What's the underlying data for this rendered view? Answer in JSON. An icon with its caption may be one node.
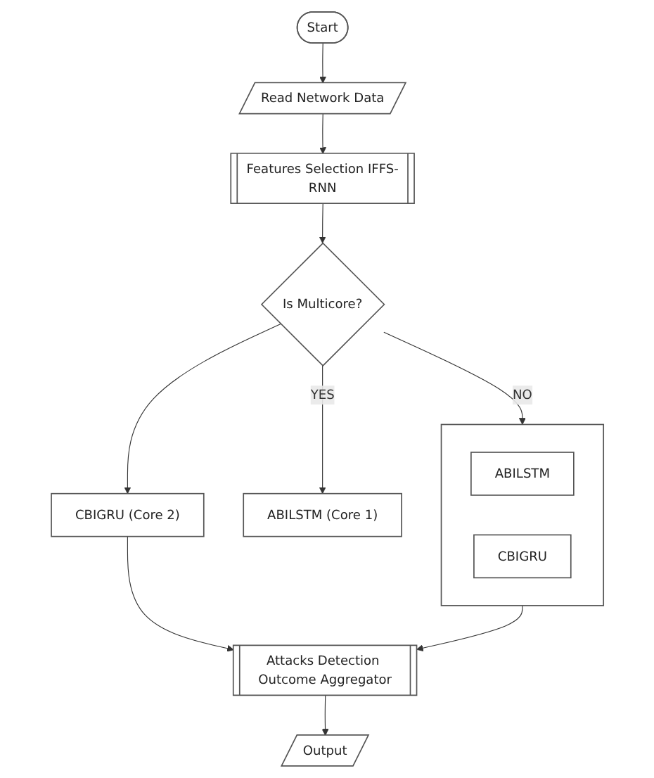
{
  "diagram": {
    "nodes": [
      {
        "text": [
          "Start"
        ]
      },
      {
        "text": [
          "Read Network Data"
        ]
      },
      {
        "text": [
          "Features Selection IFFS-RNN"
        ]
      },
      {
        "text": [
          "Is Multicore?"
        ]
      },
      {
        "text": [
          "ABILSTM (Core 1)"
        ]
      },
      {
        "text": [
          "CBIGRU (Core 2)"
        ]
      },
      {
        "text": [],
        "shape": "box"
      },
      {
        "text": [
          "ABILSTM"
        ],
        "in": 6
      },
      {
        "text": [
          "CBIGRU"
        ],
        "in": 6
      },
      {
        "text": [
          "Attacks Detection Outcome Aggregator"
        ]
      },
      {
        "text": [
          "Output"
        ]
      }
    ],
    "edges": [
      {
        "from": 0,
        "to": 1,
        "arrow": "to"
      },
      {
        "from": 1,
        "to": 2,
        "arrow": "to"
      },
      {
        "from": 2,
        "to": 3,
        "arrow": "to"
      },
      {
        "from": 3,
        "to": 4,
        "arrow": "to",
        "label": "YES"
      },
      {
        "from": 3,
        "to": 5,
        "arrow": "to"
      },
      {
        "from": 3,
        "to": 6,
        "arrow": "to",
        "label": "NO"
      },
      {
        "from": 5,
        "to": 9,
        "arrow": "to"
      },
      {
        "from": 6,
        "to": 9,
        "arrow": "to"
      },
      {
        "from": 9,
        "to": 10,
        "arrow": "to"
      }
    ]
  }
}
